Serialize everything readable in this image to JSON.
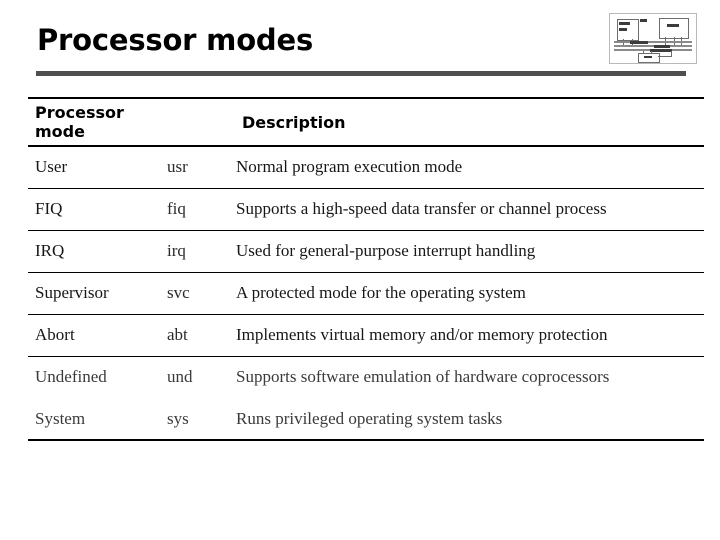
{
  "slide": {
    "title": "Processor modes"
  },
  "corner_image": {
    "name": "system-block-diagram-thumbnail"
  },
  "table": {
    "headers": [
      "Processor mode",
      "",
      "Description"
    ],
    "rows": [
      {
        "mode": "User",
        "abbr": "usr",
        "description": "Normal program execution mode"
      },
      {
        "mode": "FIQ",
        "abbr": "fiq",
        "description": "Supports a high-speed data transfer or channel process"
      },
      {
        "mode": "IRQ",
        "abbr": "irq",
        "description": "Used for general-purpose interrupt handling"
      },
      {
        "mode": "Supervisor",
        "abbr": "svc",
        "description": "A protected mode for the operating system"
      },
      {
        "mode": "Abort",
        "abbr": "abt",
        "description": "Implements virtual memory and/or memory protection"
      },
      {
        "mode": "Undefined",
        "abbr": "und",
        "description": "Supports software emulation of hardware coprocessors"
      },
      {
        "mode": "System",
        "abbr": "sys",
        "description": "Runs privileged operating system tasks"
      }
    ]
  },
  "colors": {
    "title_rule": "#4f4f4f",
    "table_rule": "#000000",
    "background": "#ffffff",
    "text": "#000000"
  }
}
